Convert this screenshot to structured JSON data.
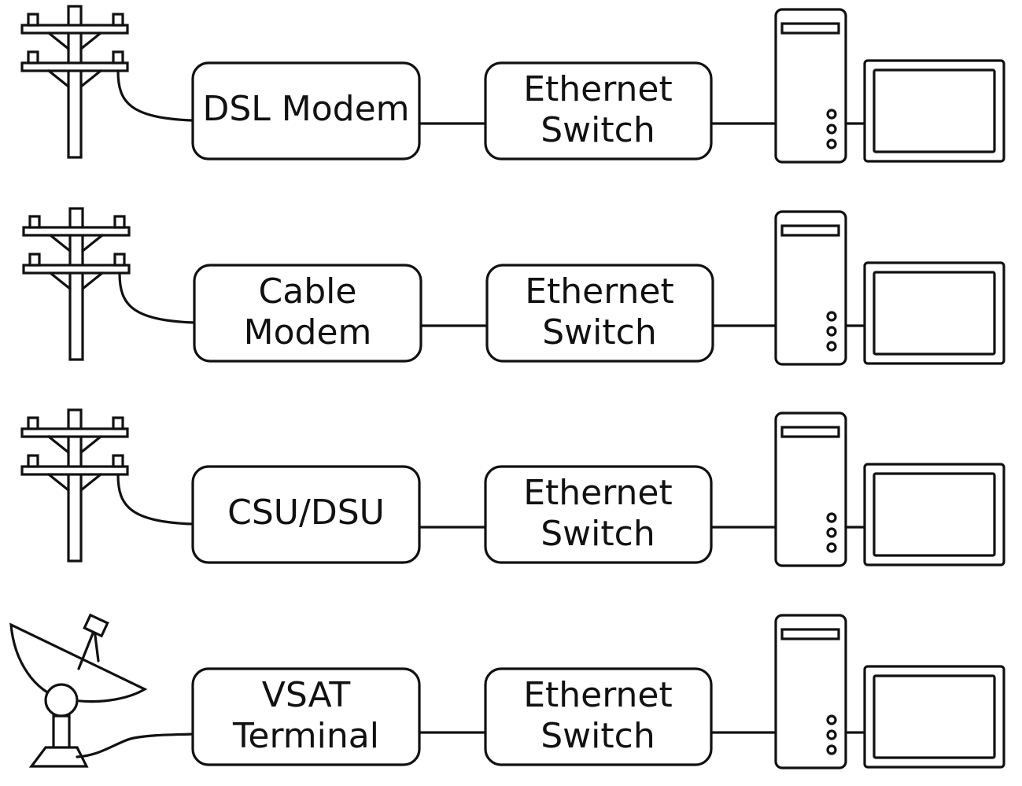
{
  "rows": [
    {
      "source": "utility-pole",
      "device_lines": [
        "DSL Modem"
      ],
      "switch_lines": [
        "Ethernet",
        "Switch"
      ]
    },
    {
      "source": "utility-pole",
      "device_lines": [
        "Cable",
        "Modem"
      ],
      "switch_lines": [
        "Ethernet",
        "Switch"
      ]
    },
    {
      "source": "utility-pole",
      "device_lines": [
        "CSU/DSU"
      ],
      "switch_lines": [
        "Ethernet",
        "Switch"
      ]
    },
    {
      "source": "satellite-dish",
      "device_lines": [
        "VSAT",
        "Terminal"
      ],
      "switch_lines": [
        "Ethernet",
        "Switch"
      ]
    }
  ],
  "icons": {
    "pole": "utility-pole-icon",
    "dish": "satellite-dish-icon",
    "computer": "desktop-tower-icon",
    "monitor": "monitor-icon"
  },
  "colors": {
    "stroke": "#111111",
    "background": "#ffffff"
  }
}
